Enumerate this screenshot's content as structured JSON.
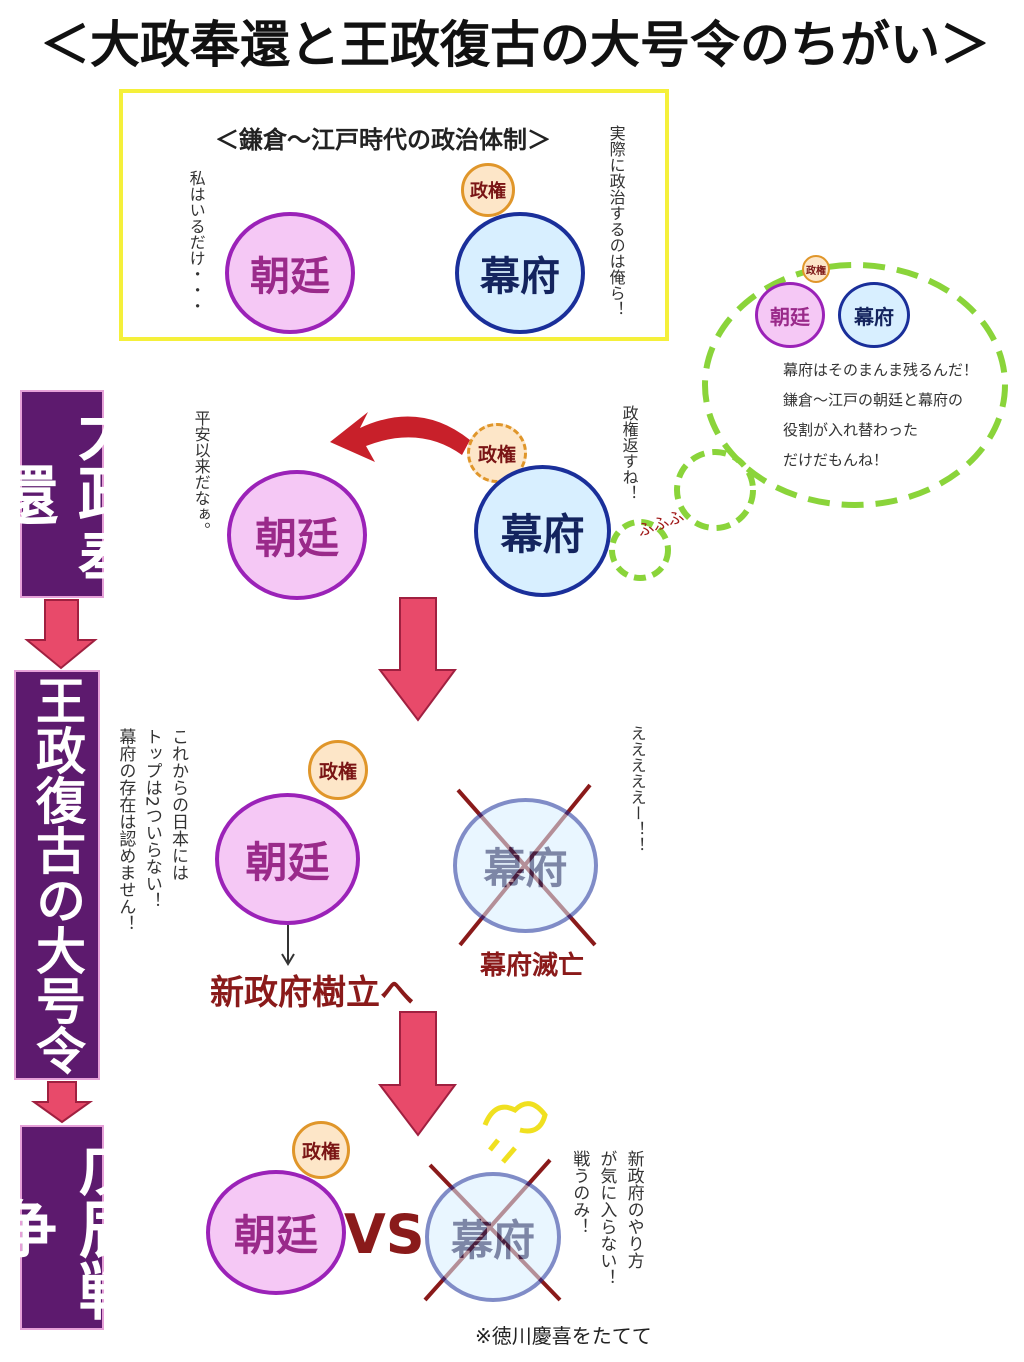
{
  "title": "＜大政奉還と王政復古の大号令のちがい＞",
  "box": {
    "subtitle": "＜鎌倉～江戸時代の政治体制＞",
    "left_comment": "私はいるだけ・・・",
    "right_comment": "実際に政治するのは俺ら！"
  },
  "labels": {
    "chotei": "朝廷",
    "bakufu": "幕府",
    "seiken": "政権",
    "vs": "VS"
  },
  "bubble": {
    "lines": [
      "幕府はそのまんま残るんだ！",
      "鎌倉～江戸の朝廷と幕府の",
      "役割が入れ替わった",
      "だけだもんね！"
    ],
    "laugh": "ふふふ"
  },
  "stages": [
    "大政奉還",
    "王政復古の大号令",
    "戊辰戦争"
  ],
  "row2": {
    "chotei_comment": "平安以来だなぁ。",
    "bakufu_comment": "政権返すね！"
  },
  "row3": {
    "chotei_comment": "これからの日本には\nトップは2ついらない！\n幕府の存在は認めません！",
    "new_gov": "新政府樹立へ",
    "bakufu_end": "幕府滅亡",
    "bakufu_comment": "えええええー！！"
  },
  "row4": {
    "bakufu_comment": "新政府のやり方\nが気に入らない！\n戦うのみ！",
    "note": "※徳川慶喜をたてて"
  }
}
